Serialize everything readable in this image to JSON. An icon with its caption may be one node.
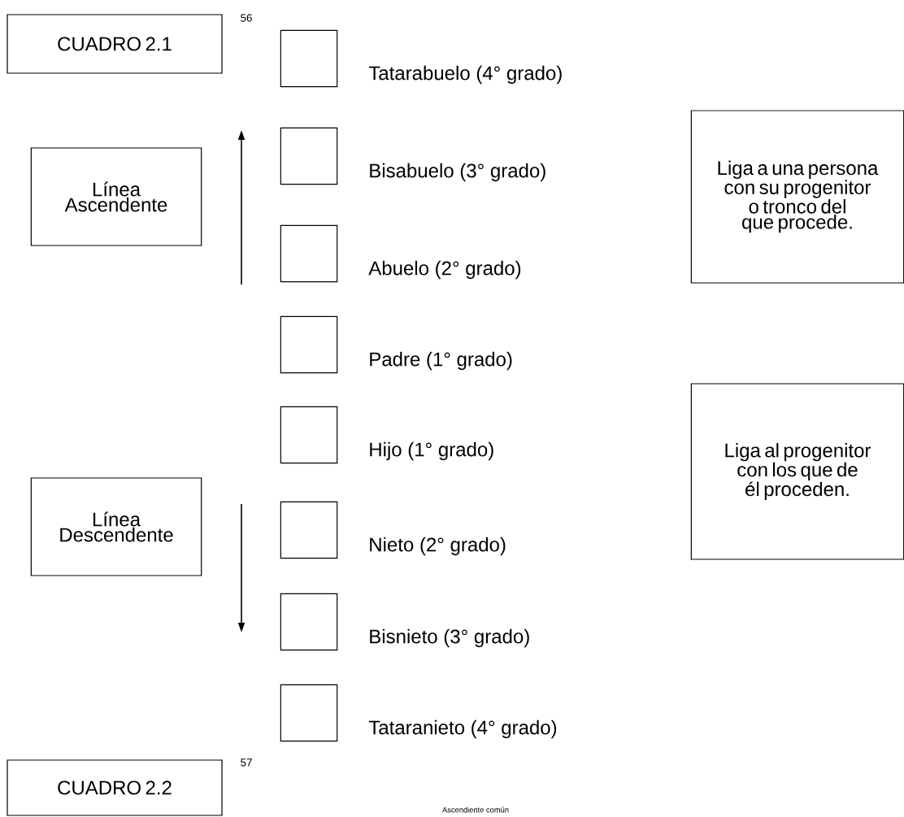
{
  "diagram": {
    "nodes": [
      {
        "text": [
          "CUADRO 2.1"
        ]
      },
      {
        "text": [
          "Línea Ascendente"
        ]
      },
      {
        "text": [],
        "shape": "box",
        "beside": [
          "Tatarabuelo (4° grado)"
        ]
      },
      {
        "text": [],
        "shape": "box",
        "beside": [
          "Bisabuelo (3° grado)"
        ]
      },
      {
        "text": [],
        "shape": "box",
        "beside": [
          "Abuelo (2° grado)"
        ]
      },
      {
        "text": [],
        "shape": "box",
        "beside": [
          "Padre (1° grado)"
        ]
      },
      {
        "text": [],
        "shape": "box",
        "beside": [
          "Hijo (1° grado)"
        ]
      },
      {
        "text": [],
        "shape": "box",
        "beside": [
          "Nieto (2° grado)"
        ]
      },
      {
        "text": [],
        "shape": "box",
        "beside": [
          "Bisnieto (3° grado)"
        ]
      },
      {
        "text": [],
        "shape": "box",
        "beside": [
          "Tataranieto (4° grado)"
        ]
      },
      {
        "text": [
          "Liga a una persona con su progenitor o tronco del que procede."
        ]
      },
      {
        "text": [
          "Línea Descendente"
        ]
      },
      {
        "text": [
          "Liga al progenitor con los que de él proceden."
        ]
      },
      {
        "text": [
          "CUADRO 2.2"
        ]
      }
    ],
    "labels": [
      "56",
      "57",
      "Ascendiente común"
    ]
  }
}
